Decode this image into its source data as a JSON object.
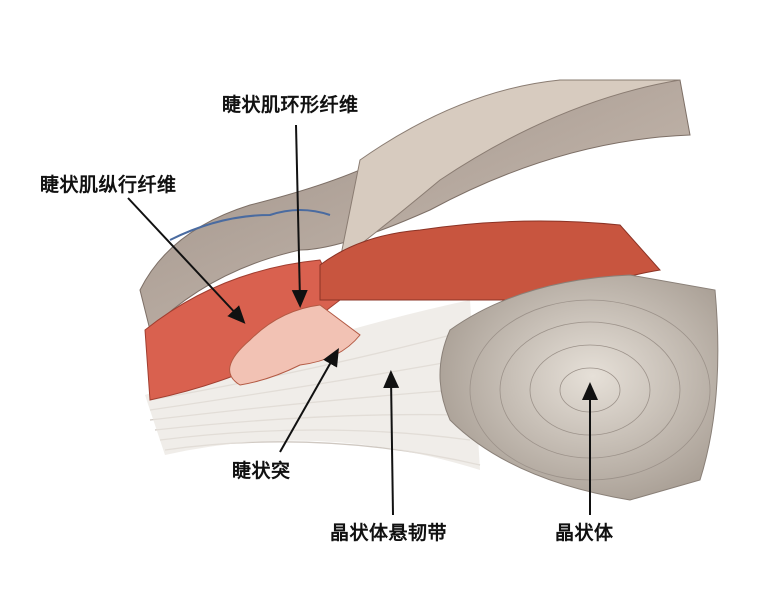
{
  "labels": {
    "circular_fibers": "睫状肌环形纤维",
    "longitudinal_fibers": "睫状肌纵行纤维",
    "ciliary_process": "睫状突",
    "zonule": "晶状体悬韧带",
    "lens": "晶状体"
  },
  "colors": {
    "sclera": "#b7a89c",
    "muscle": "#d9614f",
    "iris": "#c8553f",
    "process": "#f2c2b4",
    "lens": "#c9c2b9",
    "zonule": "#d8d2cc",
    "arrow": "#111111"
  }
}
